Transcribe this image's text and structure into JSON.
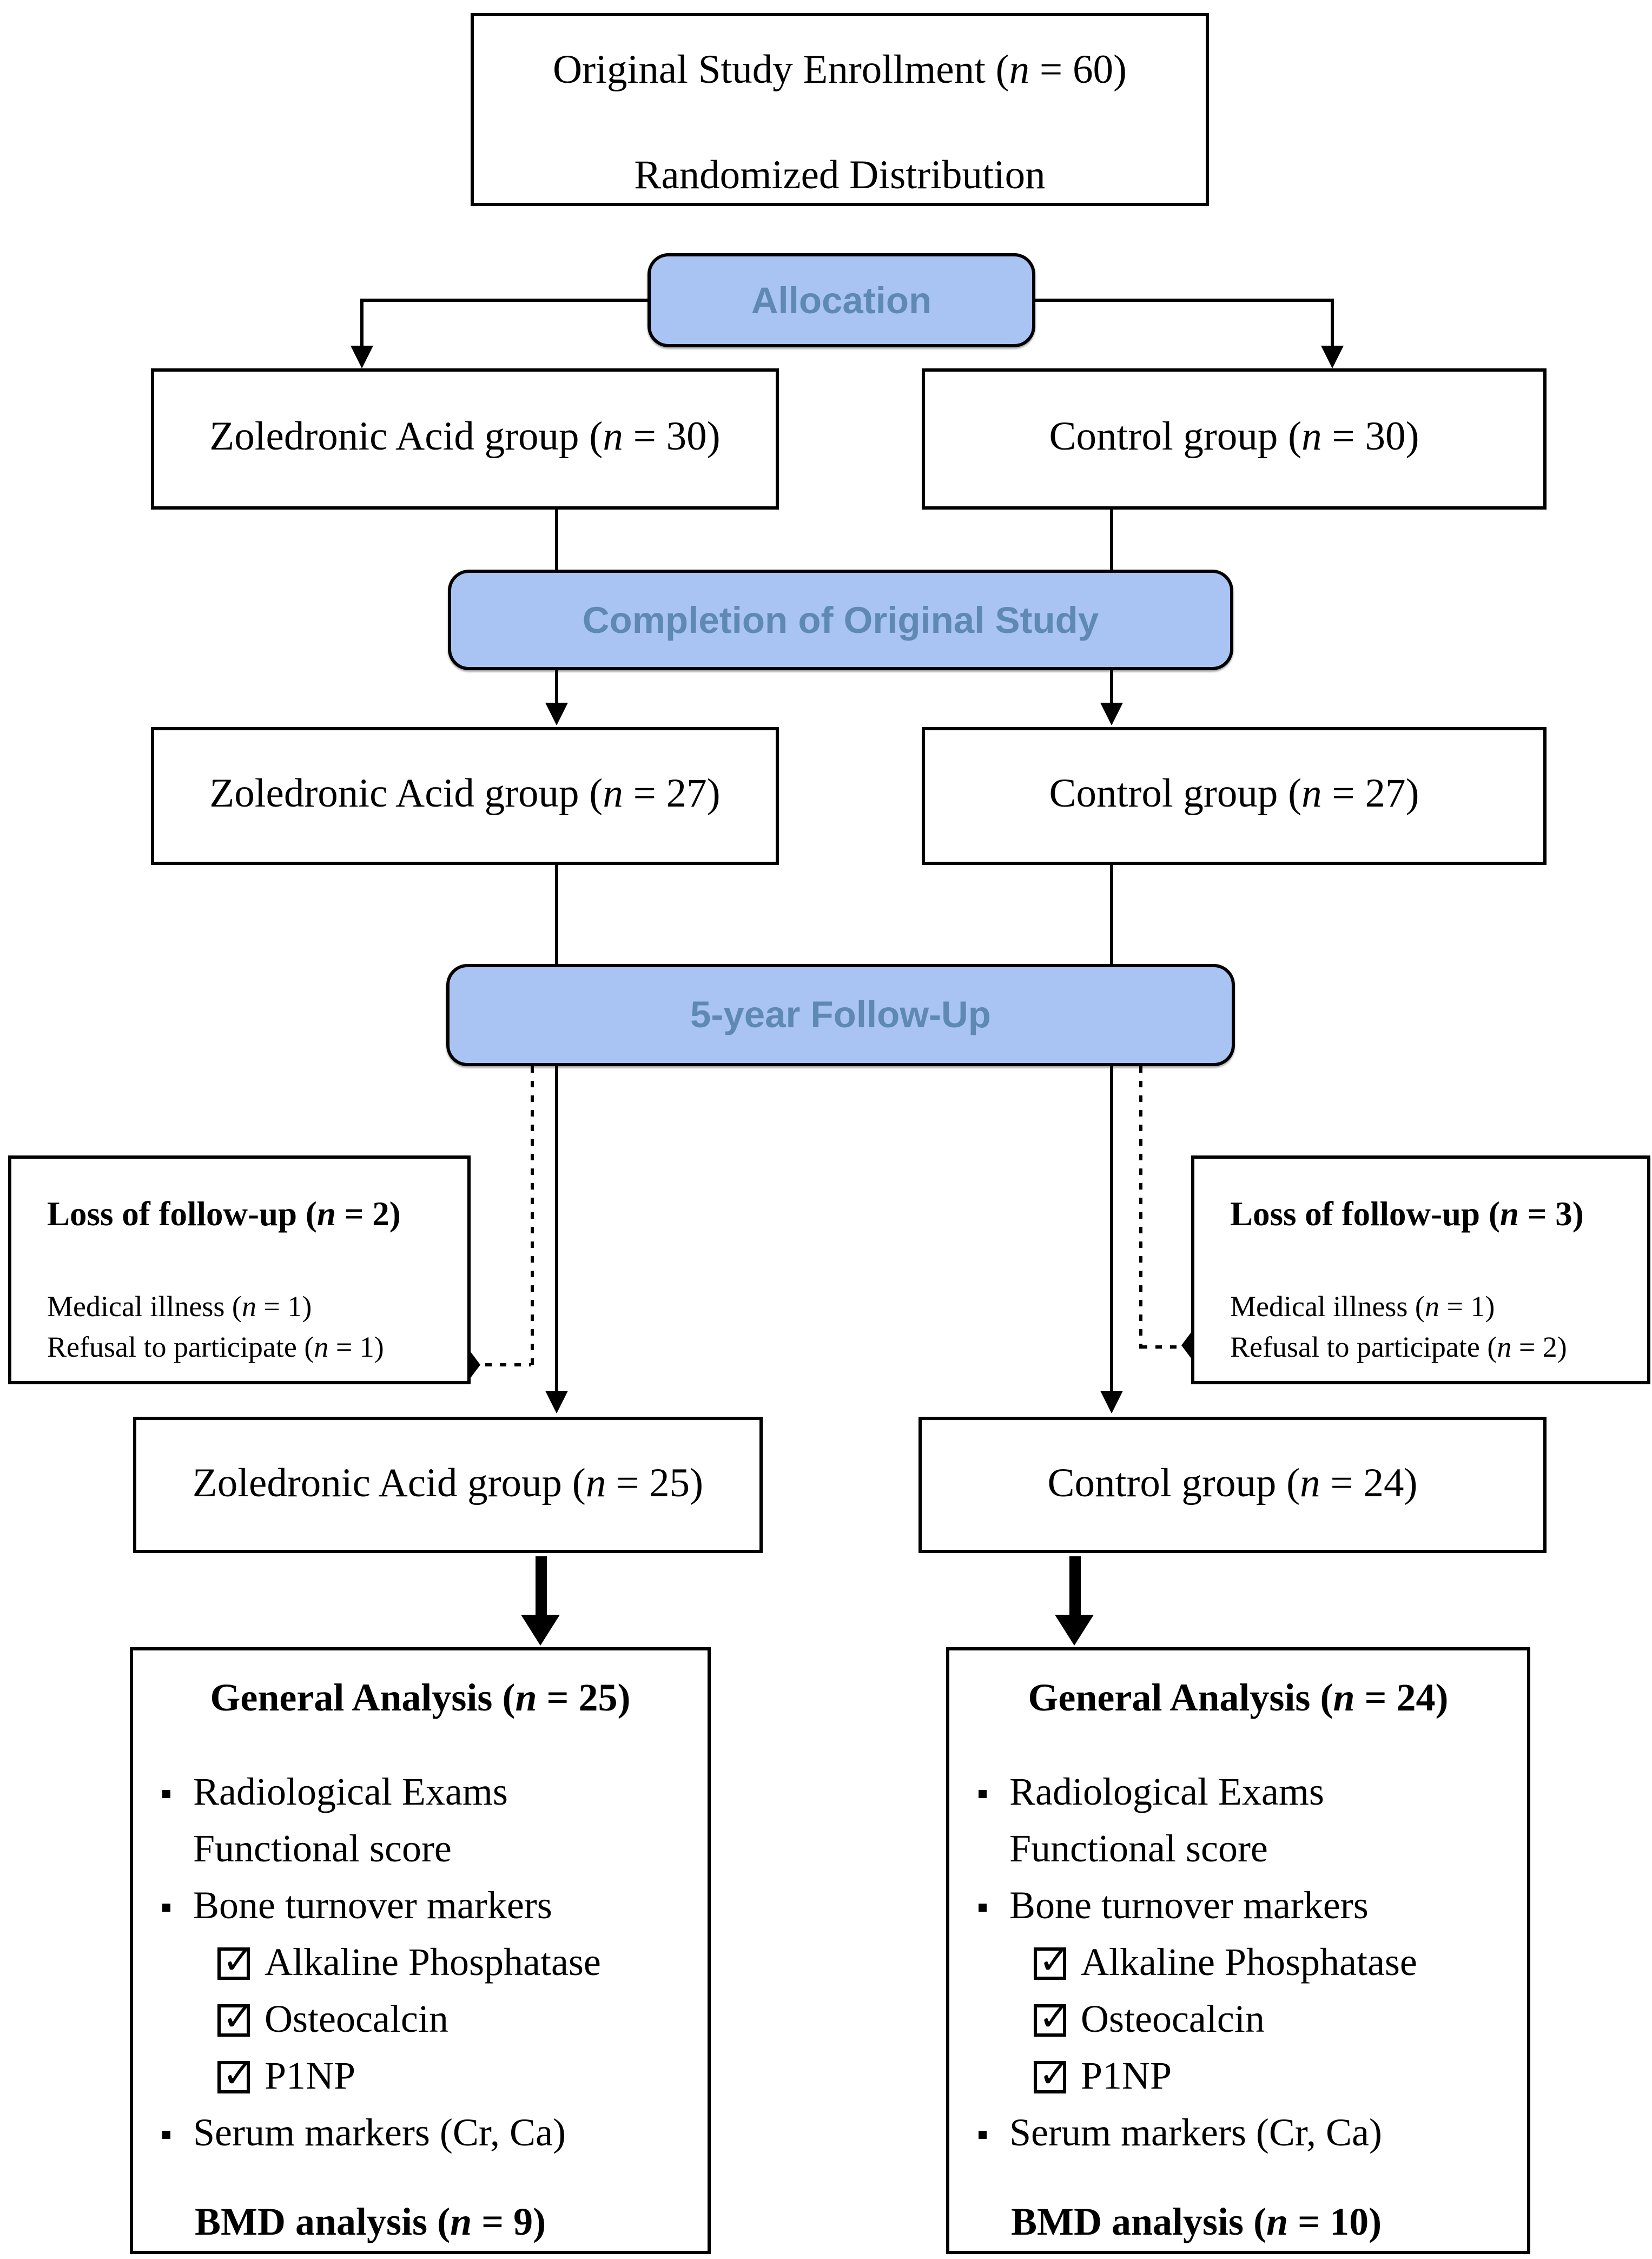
{
  "diagram": {
    "enrollment": {
      "line1": "Original Study Enrollment (n = 60)",
      "line2": "Randomized Distribution"
    },
    "stages": {
      "allocation": "Allocation",
      "completion": "Completion of Original Study",
      "followup": "5-year Follow-Up"
    },
    "left": {
      "allocation": "Zoledronic Acid group (n = 30)",
      "completion": "Zoledronic Acid group (n = 27)",
      "followup": "Zoledronic Acid group (n = 25)",
      "loss": {
        "title": "Loss of follow-up (n = 2)",
        "reasons": [
          "Medical illness (n = 1)",
          "Refusal to participate (n = 1)"
        ]
      },
      "analysis": {
        "title": "General Analysis (n = 25)",
        "items": [
          {
            "type": "bullet",
            "text": "Radiological Exams"
          },
          {
            "type": "plain",
            "text": "Functional score"
          },
          {
            "type": "bullet",
            "text": "Bone turnover markers"
          },
          {
            "type": "check",
            "text": "Alkaline Phosphatase"
          },
          {
            "type": "check",
            "text": "Osteocalcin"
          },
          {
            "type": "check",
            "text": "P1NP"
          },
          {
            "type": "bullet",
            "text": "Serum markers (Cr, Ca)"
          }
        ],
        "bmd": "BMD analysis (n = 9)"
      }
    },
    "right": {
      "allocation": "Control group (n = 30)",
      "completion": "Control group (n = 27)",
      "followup": "Control group (n = 24)",
      "loss": {
        "title": "Loss of follow-up (n = 3)",
        "reasons": [
          "Medical illness (n = 1)",
          "Refusal to participate (n = 2)"
        ]
      },
      "analysis": {
        "title": "General Analysis (n = 24)",
        "items": [
          {
            "type": "bullet",
            "text": "Radiological Exams"
          },
          {
            "type": "plain",
            "text": "Functional score"
          },
          {
            "type": "bullet",
            "text": "Bone turnover markers"
          },
          {
            "type": "check",
            "text": "Alkaline Phosphatase"
          },
          {
            "type": "check",
            "text": "Osteocalcin"
          },
          {
            "type": "check",
            "text": "P1NP"
          },
          {
            "type": "bullet",
            "text": "Serum markers (Cr, Ca)"
          }
        ],
        "bmd": "BMD analysis (n = 10)"
      }
    }
  },
  "colors": {
    "stage_fill": "#a9c3f2",
    "stage_text": "#5e89b2",
    "stage_border": "#000000",
    "box_border": "#000000",
    "background": "#ffffff"
  }
}
